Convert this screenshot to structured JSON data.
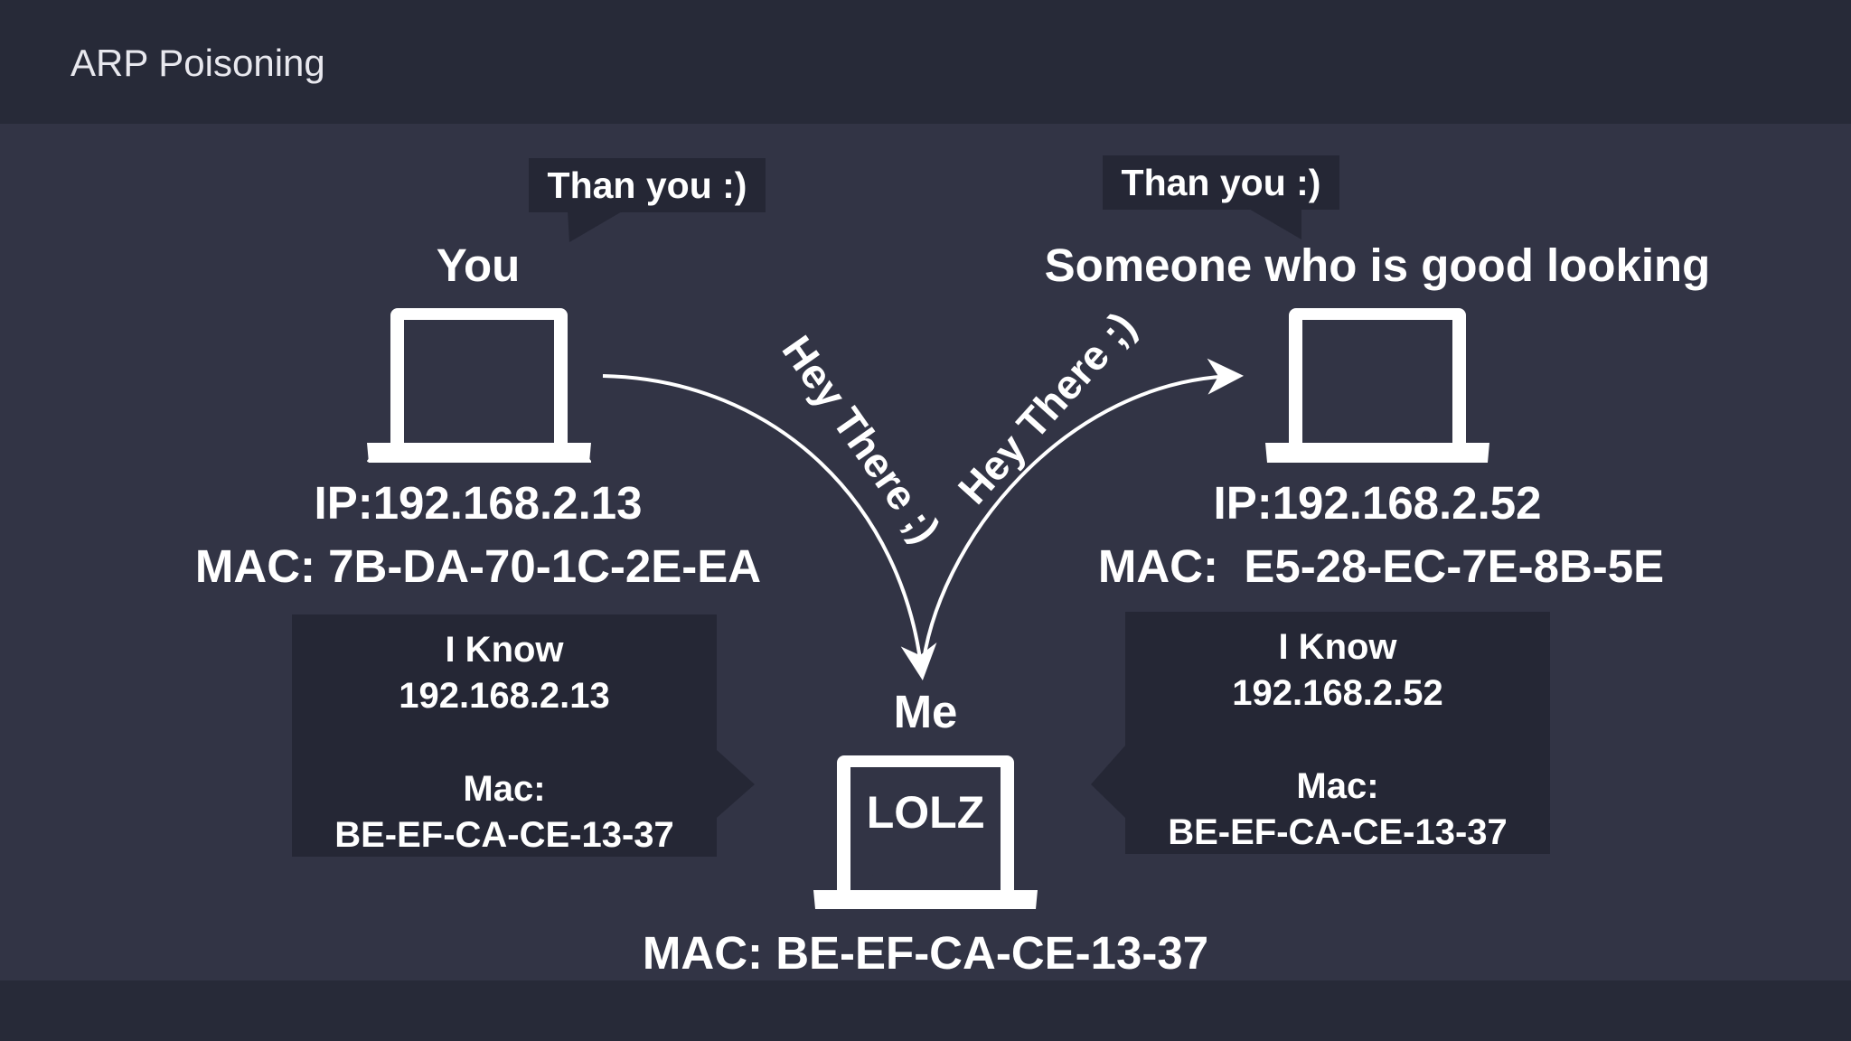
{
  "slide": {
    "title": "ARP Poisoning"
  },
  "you": {
    "name": "You",
    "ip": "IP:192.168.2.13",
    "mac": "MAC: 7B-DA-70-1C-2E-EA",
    "reply": "Than you :)"
  },
  "target": {
    "name": "Someone who is good looking",
    "ip": "IP:192.168.2.52",
    "mac": "MAC:  E5-28-EC-7E-8B-5E",
    "reply": "Than you :)"
  },
  "me": {
    "name": "Me",
    "screen_text": "LOLZ",
    "mac": "MAC: BE-EF-CA-CE-13-37"
  },
  "messages": {
    "left_arrow": "Hey There ;)",
    "right_arrow": "Hey There ;)"
  },
  "knowledge_left": {
    "line1": "I Know",
    "line2": "192.168.2.13",
    "line3": "Mac:",
    "line4": "BE-EF-CA-CE-13-37"
  },
  "knowledge_right": {
    "line1": "I Know",
    "line2": "192.168.2.52",
    "line3": "Mac:",
    "line4": "BE-EF-CA-CE-13-37"
  },
  "colors": {
    "background": "#323445",
    "bars": "#272a38",
    "bubble": "#252735",
    "foreground": "#ffffff"
  },
  "icons": {
    "you_device": "laptop-icon",
    "target_device": "laptop-icon",
    "me_device": "laptop-icon"
  }
}
